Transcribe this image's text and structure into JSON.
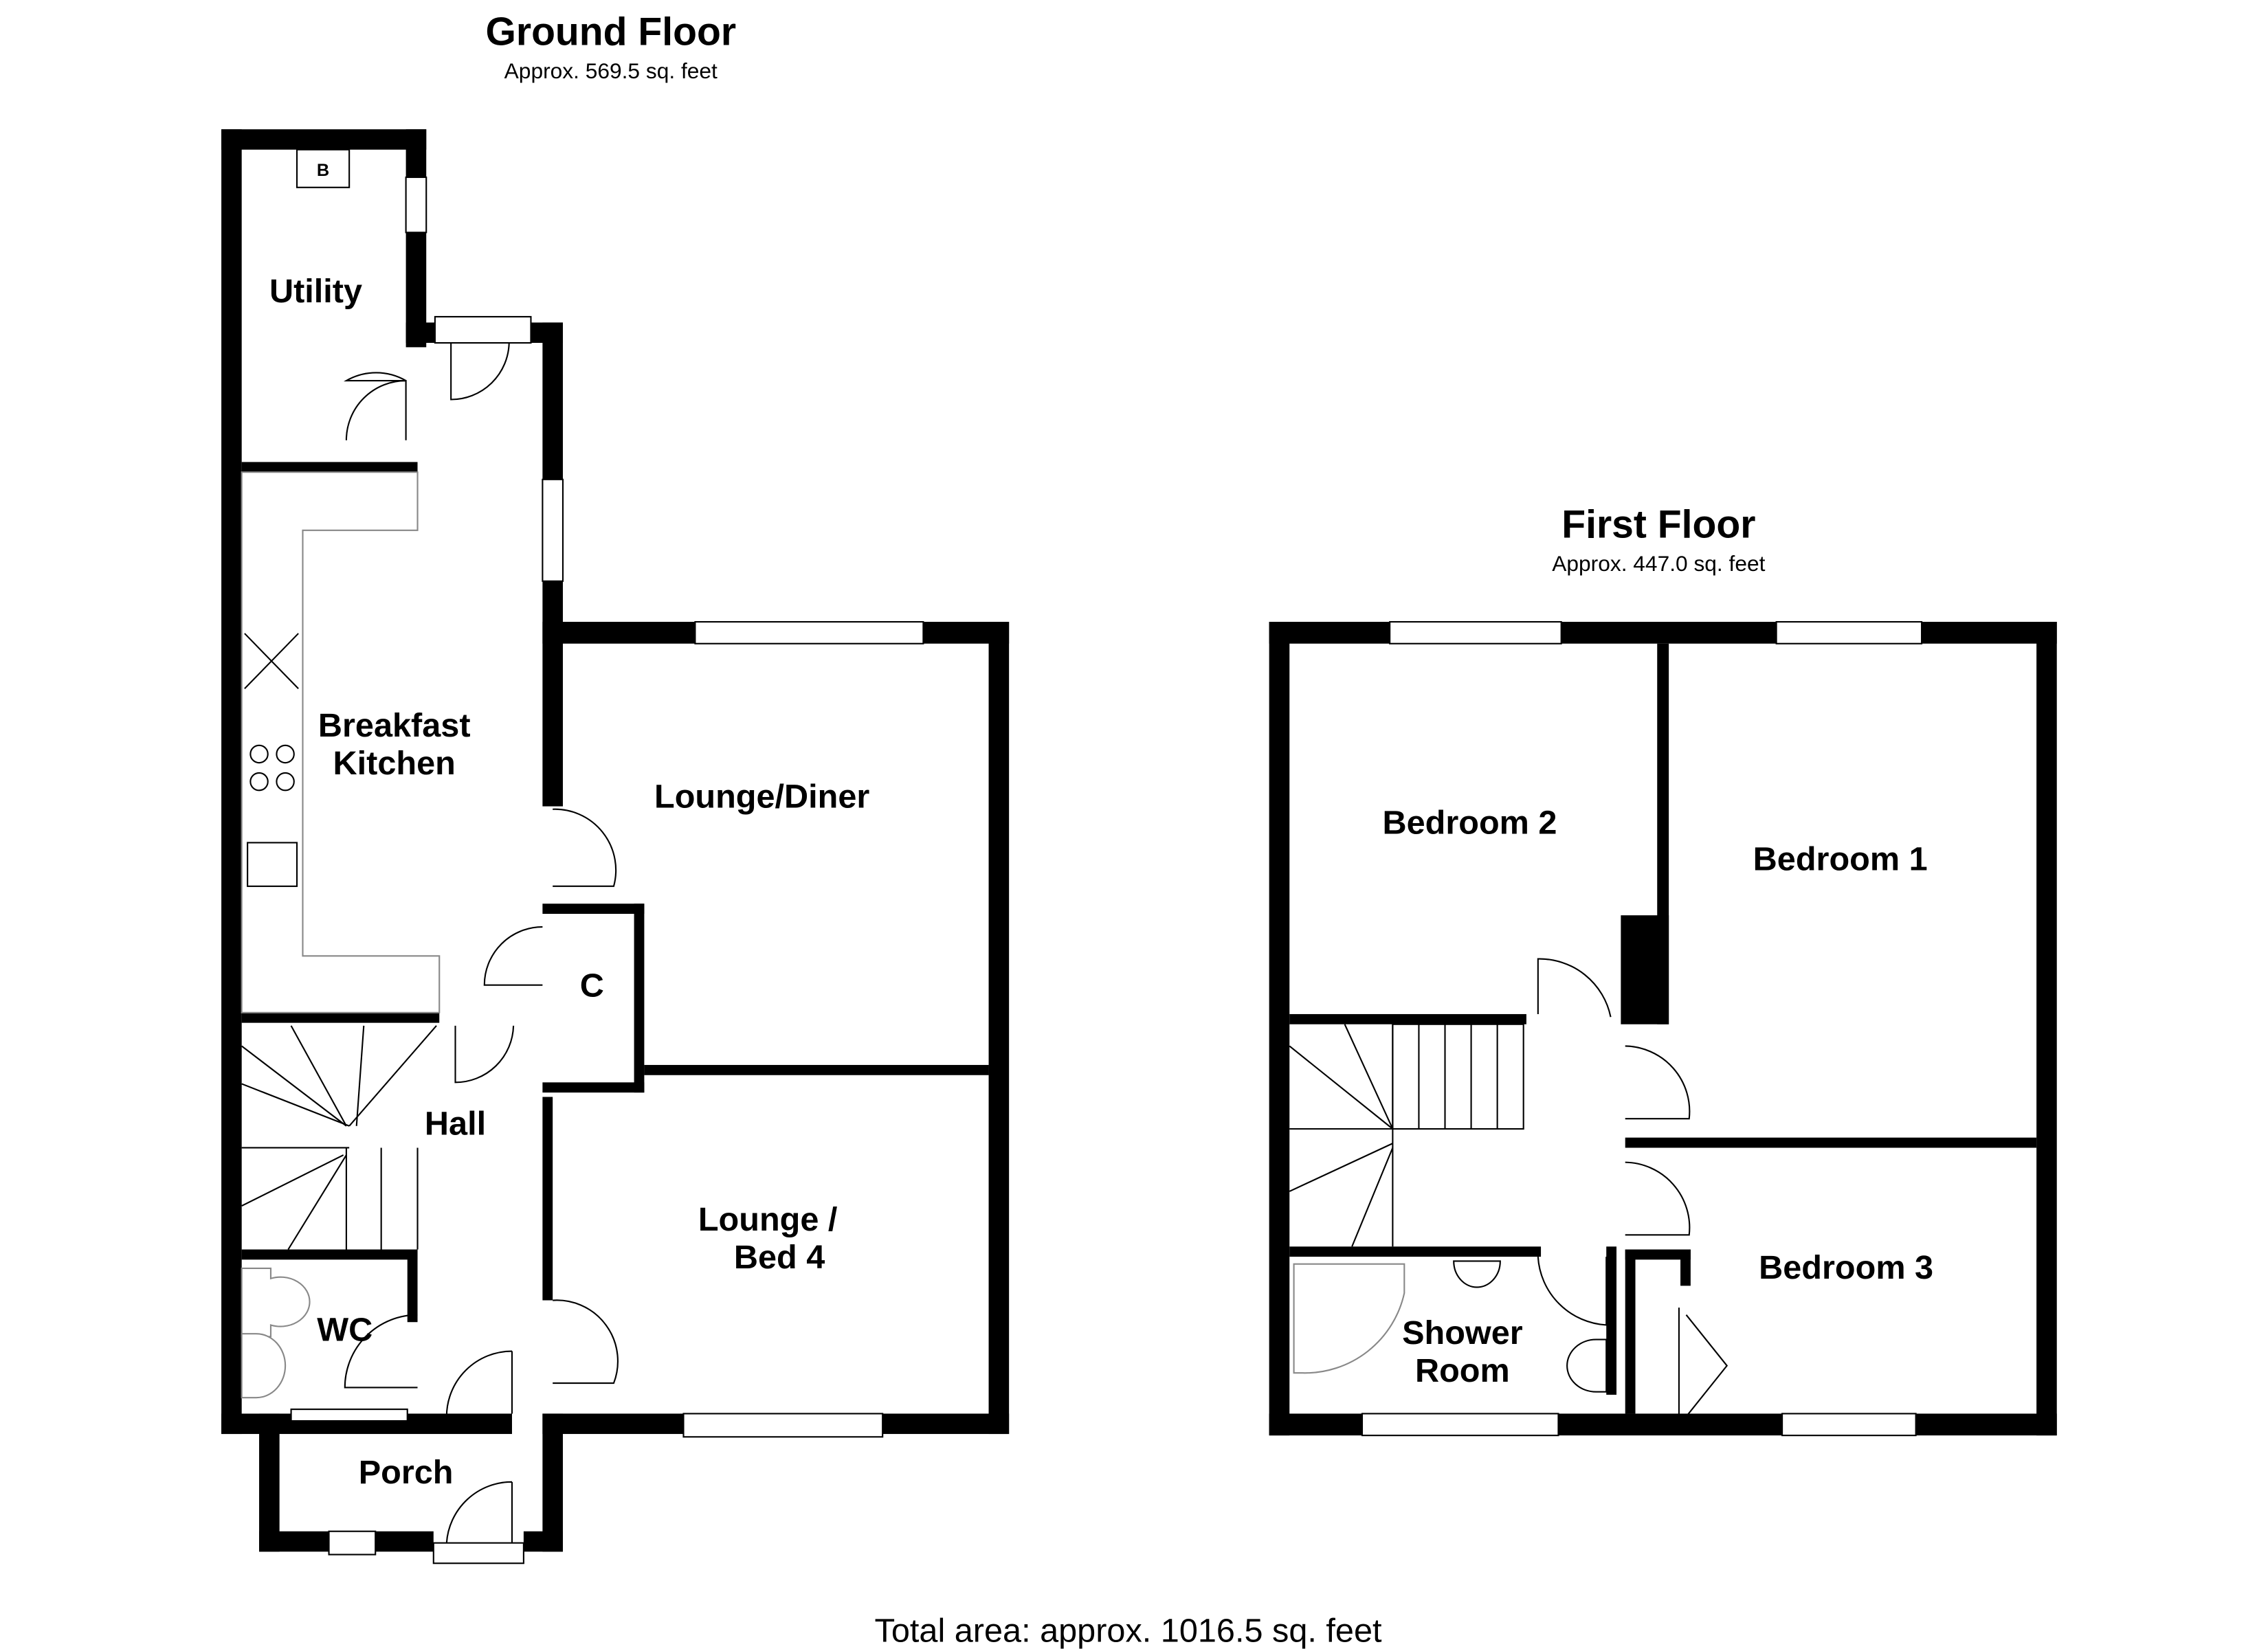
{
  "ground_floor": {
    "title": "Ground Floor",
    "area": "Approx. 569.5 sq. feet",
    "rooms": {
      "utility": "Utility",
      "boiler": "B",
      "kitchen_line1": "Breakfast",
      "kitchen_line2": "Kitchen",
      "lounge_diner": "Lounge/Diner",
      "cupboard": "C",
      "hall": "Hall",
      "lounge_bed4_line1": "Lounge /",
      "lounge_bed4_line2": "Bed 4",
      "wc": "WC",
      "porch": "Porch"
    }
  },
  "first_floor": {
    "title": "First Floor",
    "area": "Approx. 447.0 sq. feet",
    "rooms": {
      "bedroom2": "Bedroom 2",
      "bedroom1": "Bedroom 1",
      "bedroom3": "Bedroom 3",
      "shower_line1": "Shower",
      "shower_line2": "Room"
    }
  },
  "total_area": "Total area: approx. 1016.5 sq. feet"
}
